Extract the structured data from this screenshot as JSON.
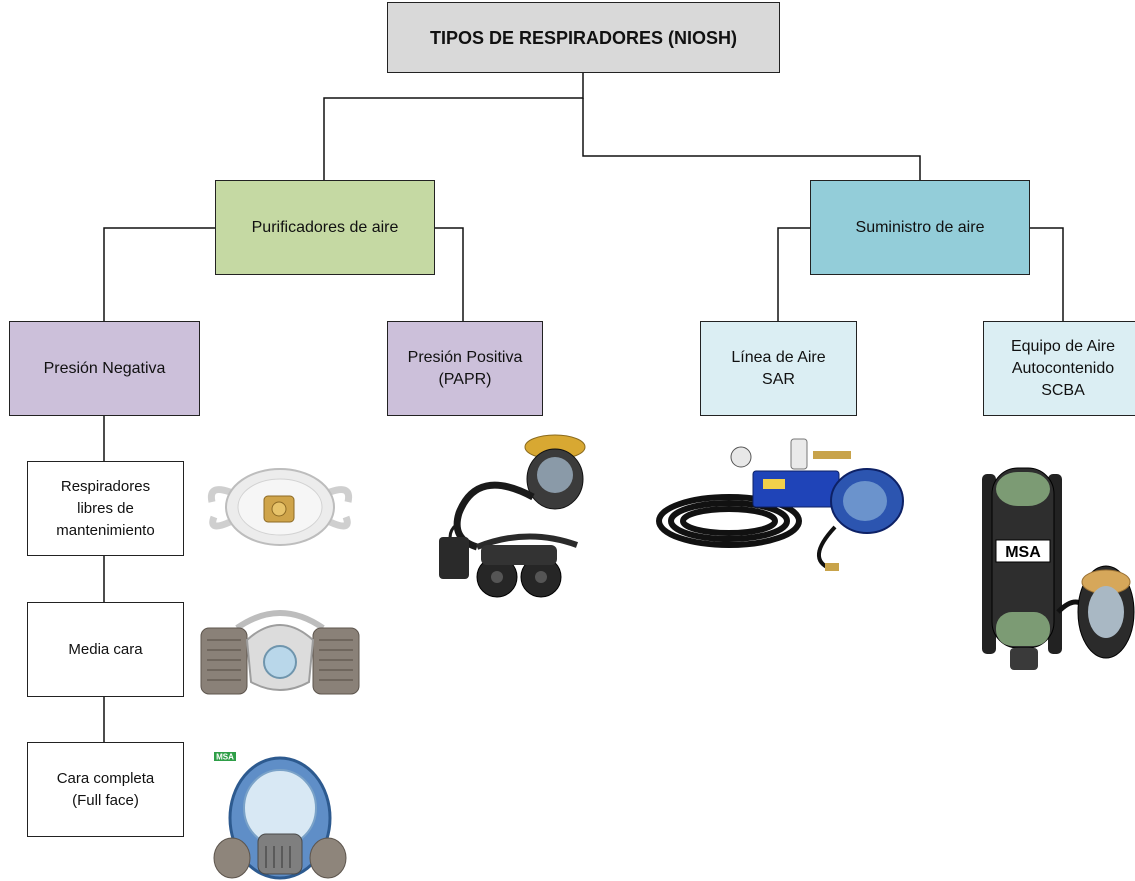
{
  "diagram": {
    "root": "TIPOS DE RESPIRADORES (NIOSH)",
    "branches": [
      {
        "label": "Purificadores de aire",
        "children": [
          {
            "label": "Presión Negativa",
            "children": [
              "Respiradores\nlibres de\nmantenimiento",
              "Media cara",
              "Cara completa\n(Full face)"
            ]
          },
          {
            "label": "Presión Positiva\n(PAPR)"
          }
        ]
      },
      {
        "label": "Suministro de aire",
        "children": [
          {
            "label": "Línea de Aire\nSAR"
          },
          {
            "label": "Equipo de Aire\nAutocontenido\nSCBA"
          }
        ]
      }
    ],
    "logos": {
      "msa_small": "MSA",
      "msa_tank": "MSA"
    }
  },
  "colors": {
    "root_fill": "#d9d9d9",
    "purifier_fill": "#c5d9a3",
    "supply_fill": "#93cdd9",
    "pressure_fill": "#ccc0da",
    "supply_child_fill": "#dbeef3"
  },
  "icons": [
    "disposable-respirator-icon",
    "half-face-respirator-icon",
    "full-face-respirator-icon",
    "papr-unit-icon",
    "air-line-compressor-icon",
    "scba-tank-icon"
  ]
}
